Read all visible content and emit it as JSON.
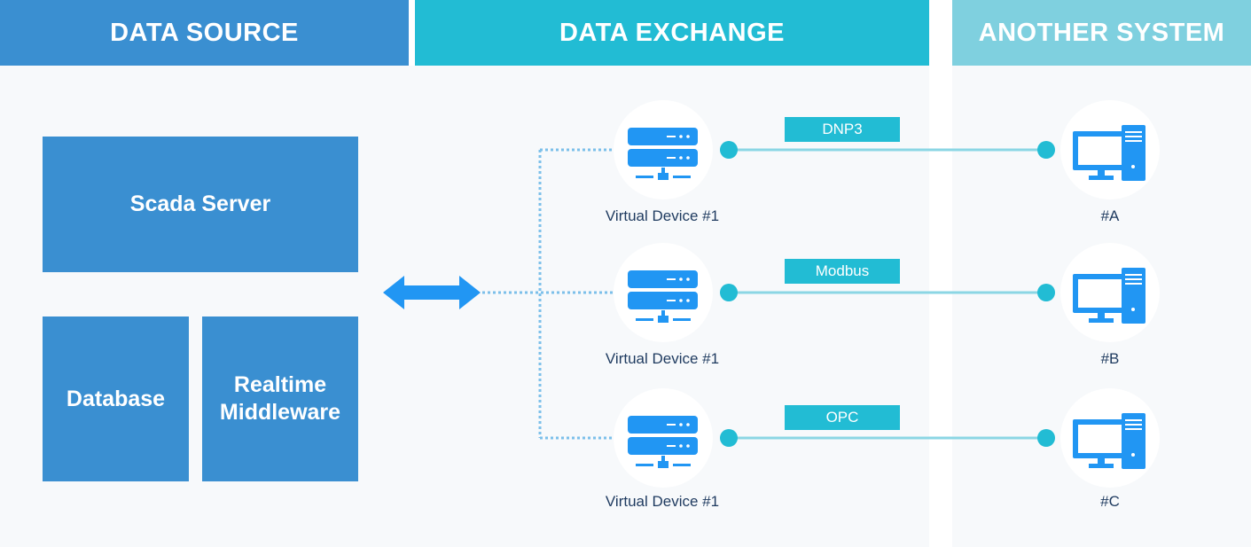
{
  "headers": {
    "data_source": "DATA SOURCE",
    "data_exchange": "DATA EXCHANGE",
    "another_system": "ANOTHER SYSTEM"
  },
  "source_blocks": {
    "scada": "Scada Server",
    "database": "Database",
    "middleware": "Realtime\nMiddleware"
  },
  "devices": [
    {
      "label": "Virtual Device #1",
      "protocol": "DNP3",
      "target": "#A"
    },
    {
      "label": "Virtual Device #1",
      "protocol": "Modbus",
      "target": "#B"
    },
    {
      "label": "Virtual Device #1",
      "protocol": "OPC",
      "target": "#C"
    }
  ],
  "colors": {
    "source_blue": "#3a8fd1",
    "exchange_teal": "#22bcd4",
    "system_light": "#7fd0df",
    "arrow_blue": "#2196f3",
    "line_teal": "#8bd6e4",
    "panel_bg": "#f7f9fb"
  },
  "icons": {
    "device": "server-icon",
    "target": "computer-icon",
    "link": "double-arrow-icon"
  }
}
